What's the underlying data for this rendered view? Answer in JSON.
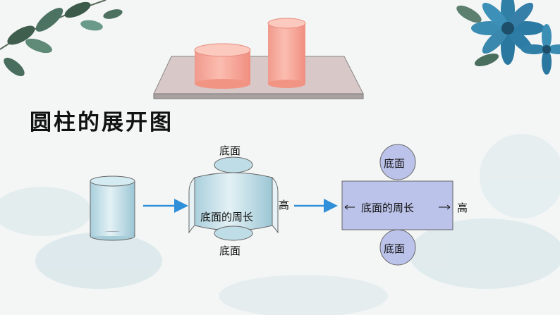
{
  "slide": {
    "title": "圆柱的展开图"
  },
  "diagram": {
    "top_base_label": "底面",
    "bottom_base_label": "底面",
    "circumference_label": "底面的周长",
    "height_label": "高",
    "rect_circumference_label": "底面的周长",
    "rect_height_label": "高",
    "rect_top_base_label": "底面",
    "rect_bottom_base_label": "底面"
  },
  "colors": {
    "cylinder_pink": "#f5a596",
    "cylinder_blue": "#bfdde6",
    "arrow_blue": "#2f8fd8",
    "rectangle_fill": "#bcc3ea",
    "board_fill": "#d8c8c8"
  }
}
